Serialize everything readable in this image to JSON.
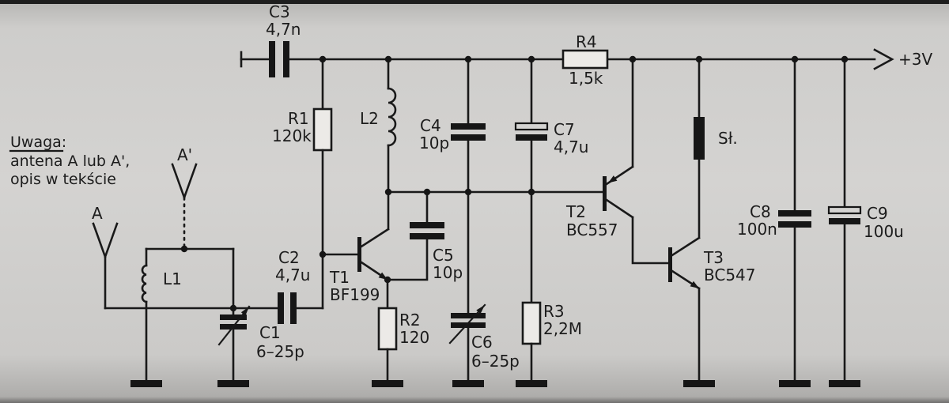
{
  "note": {
    "heading": "Uwaga:",
    "line1": "antena A lub A',",
    "line2": "opis w tekście"
  },
  "power_rail": {
    "label": "+3V"
  },
  "antennas": {
    "a": "A",
    "a_prime": "A'"
  },
  "parts": {
    "c1": {
      "ref": "C1",
      "value": "6–25p"
    },
    "c2": {
      "ref": "C2",
      "value": "4,7u"
    },
    "c3": {
      "ref": "C3",
      "value": "4,7n"
    },
    "c4": {
      "ref": "C4",
      "value": "10p"
    },
    "c5": {
      "ref": "C5",
      "value": "10p"
    },
    "c6": {
      "ref": "C6",
      "value": "6–25p"
    },
    "c7": {
      "ref": "C7",
      "value": "4,7u"
    },
    "c8": {
      "ref": "C8",
      "value": "100n"
    },
    "c9": {
      "ref": "C9",
      "value": "100u"
    },
    "r1": {
      "ref": "R1",
      "value": "120k"
    },
    "r2": {
      "ref": "R2",
      "value": "120"
    },
    "r3": {
      "ref": "R3",
      "value": "2,2M"
    },
    "r4": {
      "ref": "R4",
      "value": "1,5k"
    },
    "l1": {
      "ref": "L1"
    },
    "l2": {
      "ref": "L2"
    },
    "t1": {
      "ref": "T1",
      "value": "BF199"
    },
    "t2": {
      "ref": "T2",
      "value": "BC557"
    },
    "t3": {
      "ref": "T3",
      "value": "BC547"
    },
    "sl": {
      "ref": "Sł."
    }
  }
}
